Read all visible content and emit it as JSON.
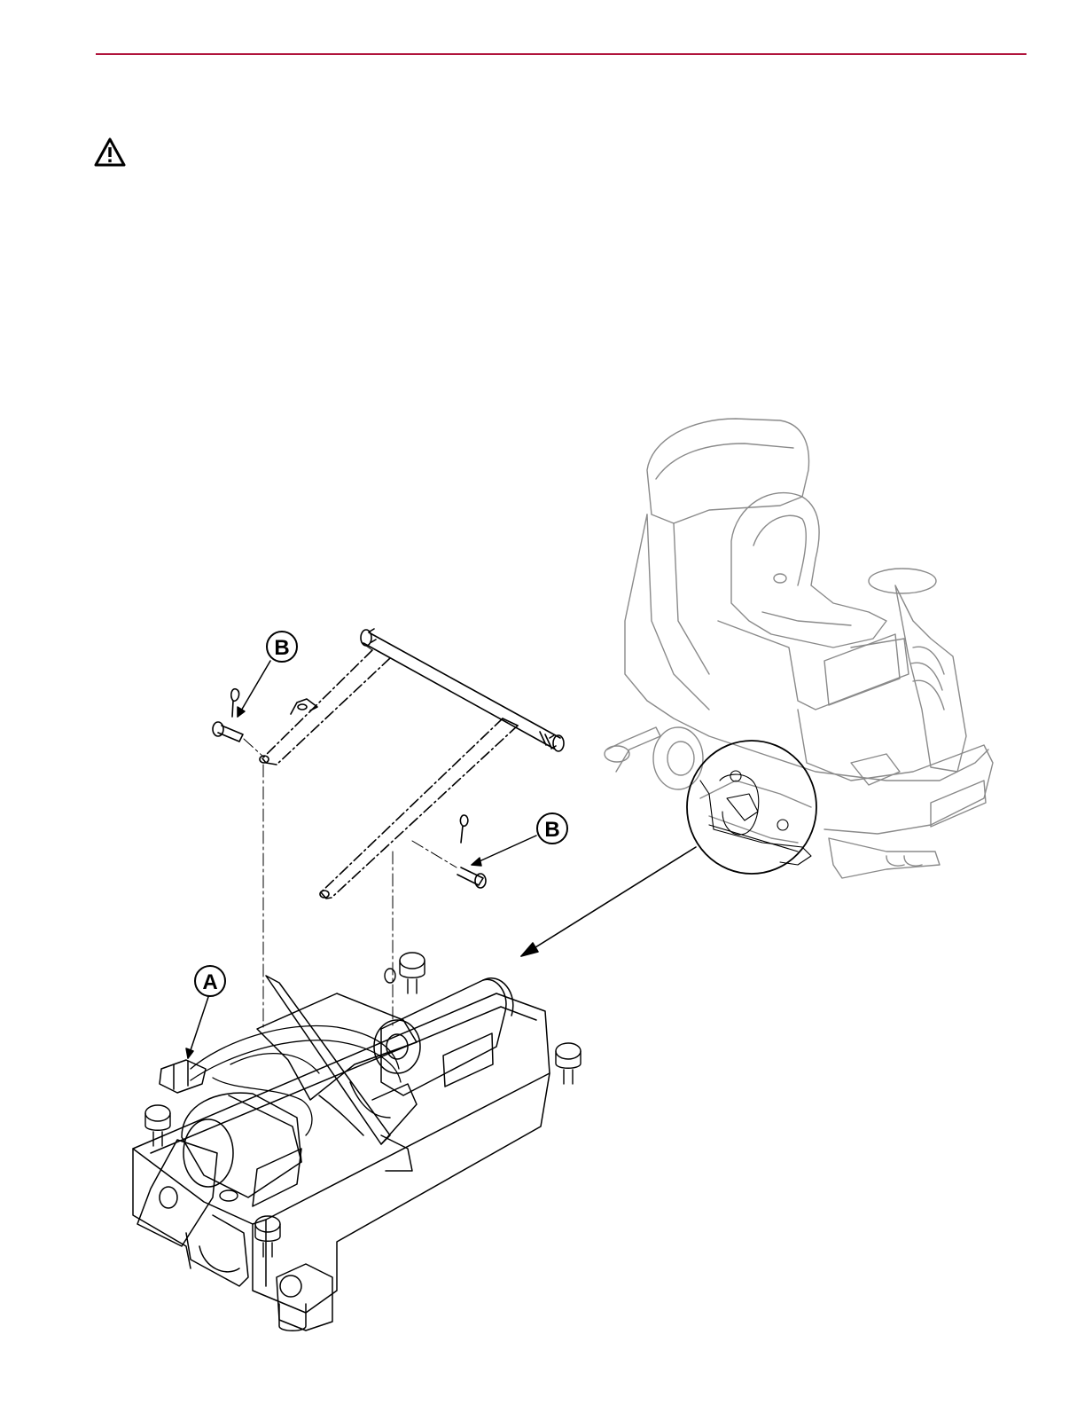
{
  "page": {
    "rule_color": "#b0143c"
  },
  "warning": {
    "icon": "warning-triangle-icon"
  },
  "figure": {
    "callouts": [
      {
        "id": "callout-a",
        "label": "A"
      },
      {
        "id": "callout-b-upper",
        "label": "B"
      },
      {
        "id": "callout-b-lower",
        "label": "B"
      }
    ]
  }
}
